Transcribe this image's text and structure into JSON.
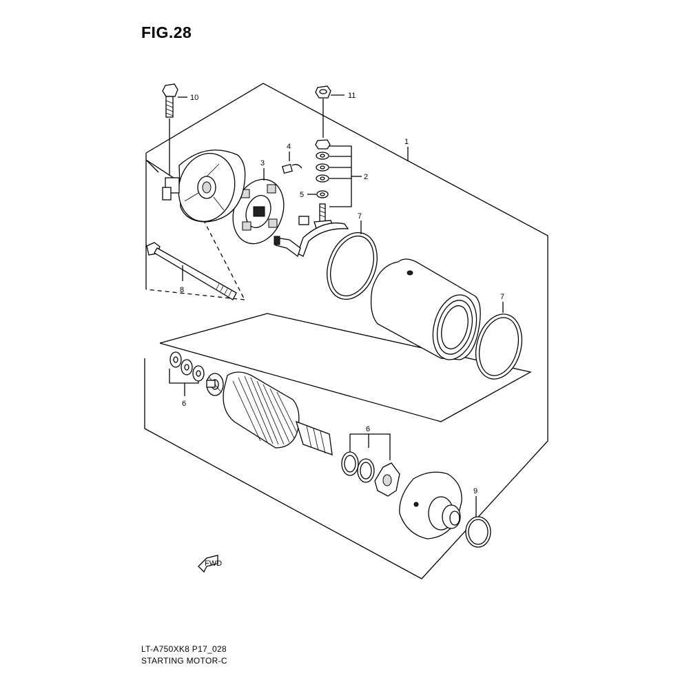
{
  "figure": {
    "title": "FIG.28",
    "code": "LT-A750XK8 P17_028",
    "name": "STARTING MOTOR-C"
  },
  "callouts": [
    "1",
    "2",
    "3",
    "4",
    "5",
    "6",
    "6",
    "7",
    "7",
    "8",
    "9",
    "10",
    "11"
  ],
  "fwd_label": "FWD"
}
